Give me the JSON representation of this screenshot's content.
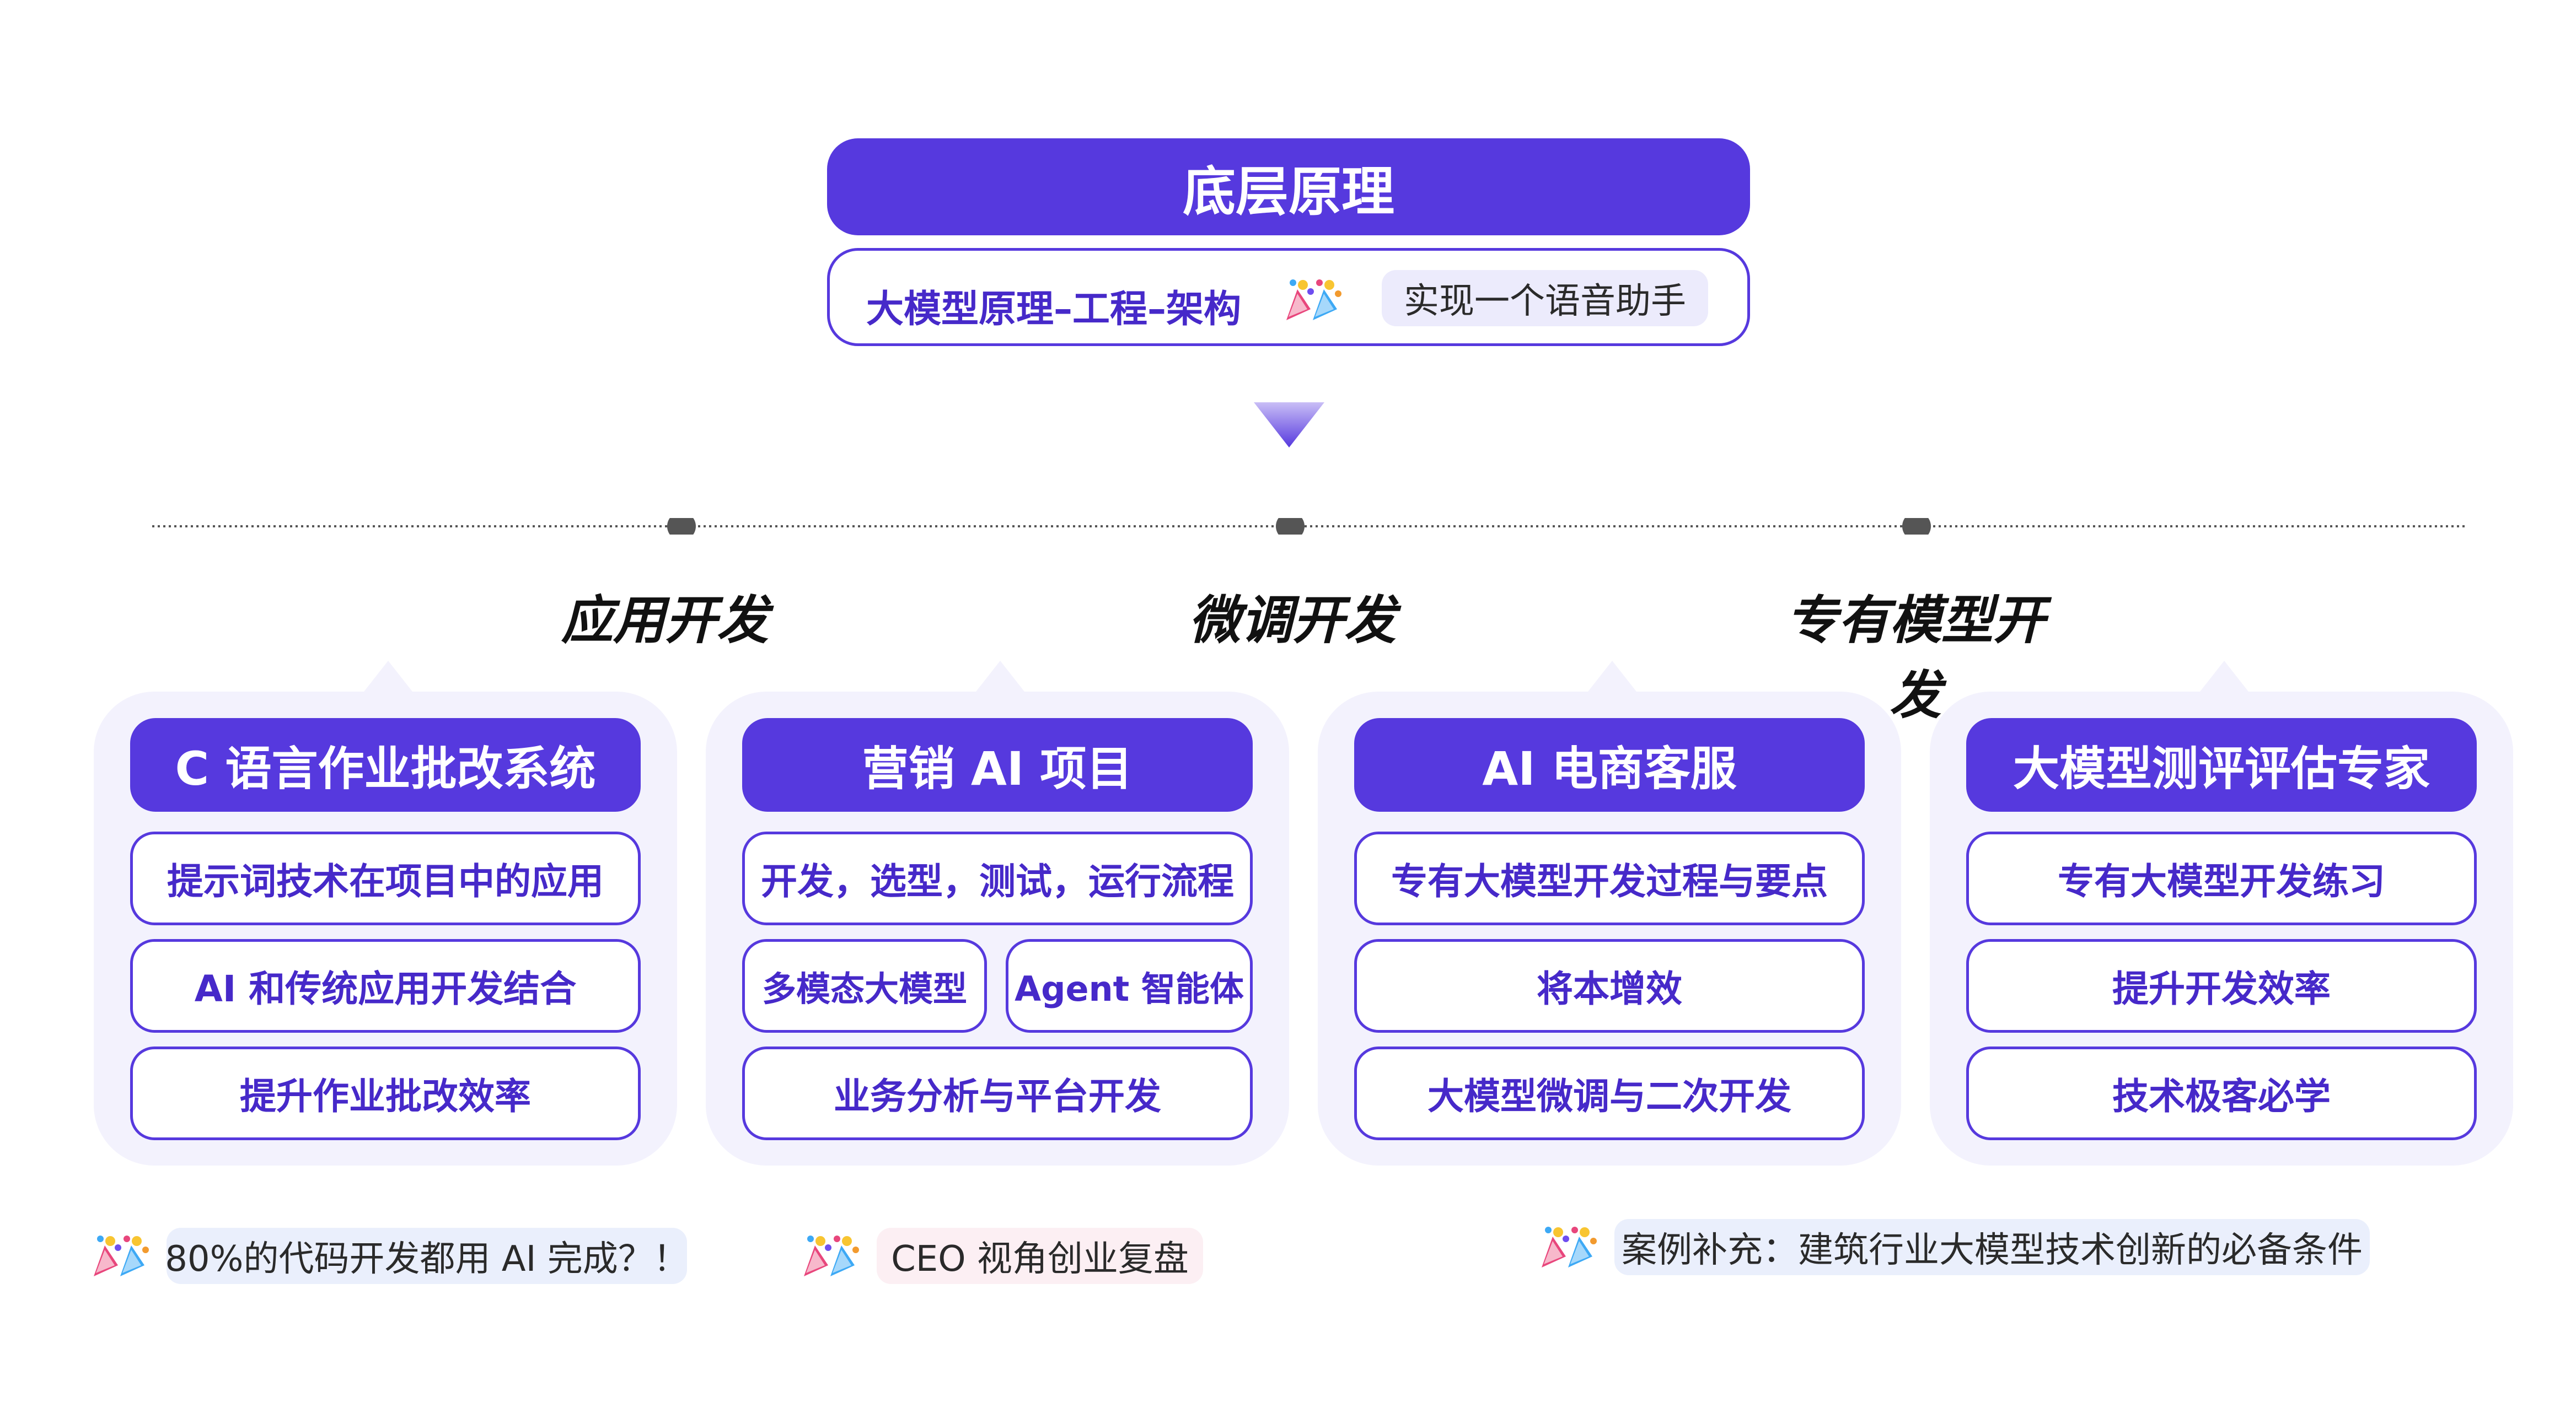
{
  "top": {
    "title": "底层原理",
    "subtitle": "大模型原理–工程–架构",
    "chip": "实现一个语音助手"
  },
  "stages": [
    "应用开发",
    "微调开发",
    "专有模型开发"
  ],
  "cards": [
    {
      "title": "C 语言作业批改系统",
      "items": [
        "提示词技术在项目中的应用",
        "AI 和传统应用开发结合",
        "提升作业批改效率"
      ]
    },
    {
      "title": "营销 AI 项目",
      "item1": "开发，选型，测试，运行流程",
      "item2a": "多模态大模型",
      "item2b": "Agent 智能体",
      "item3": "业务分析与平台开发"
    },
    {
      "title": "AI 电商客服",
      "items": [
        "专有大模型开发过程与要点",
        "将本增效",
        "大模型微调与二次开发"
      ]
    },
    {
      "title": "大模型测评评估专家",
      "items": [
        "专有大模型开发练习",
        "提升开发效率",
        "技术极客必学"
      ]
    }
  ],
  "notes": [
    "80%的代码开发都用 AI 完成？！",
    "CEO 视角创业复盘",
    "案例补充：建筑行业大模型技术创新的必备条件"
  ],
  "colors": {
    "accent": "#5639DE",
    "card_bg": "#F3F2FD",
    "chip_lavender": "#ECEBFC",
    "chip_pink": "#FCEFF3",
    "chip_blue": "#EAEFFC"
  },
  "icons": [
    "party-popper-icon",
    "down-triangle-icon",
    "timeline-dot-icon"
  ]
}
